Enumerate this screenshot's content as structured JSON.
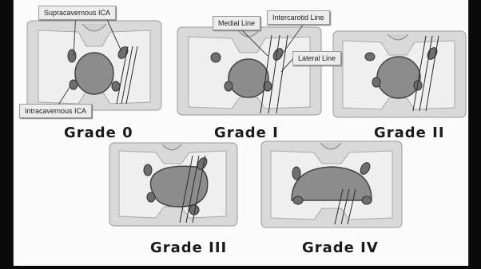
{
  "callouts": {
    "supracavernous_ica": "Supracavernous ICA",
    "intracavernous_ica": "Intracavernous ICA",
    "medial_line": "Medial Line",
    "intercarotid_line": "Intercarotid Line",
    "lateral_line": "Lateral Line"
  },
  "grades": [
    {
      "label": "Grade 0"
    },
    {
      "label": "Grade I"
    },
    {
      "label": "Grade II"
    },
    {
      "label": "Grade III"
    },
    {
      "label": "Grade IV"
    }
  ],
  "colors": {
    "tumor": "#8c8c8c",
    "artery": "#6e6e6e",
    "bone": "#e6e6e6",
    "sinus": "#d2d2d2",
    "ink": "#2a2a2a"
  }
}
